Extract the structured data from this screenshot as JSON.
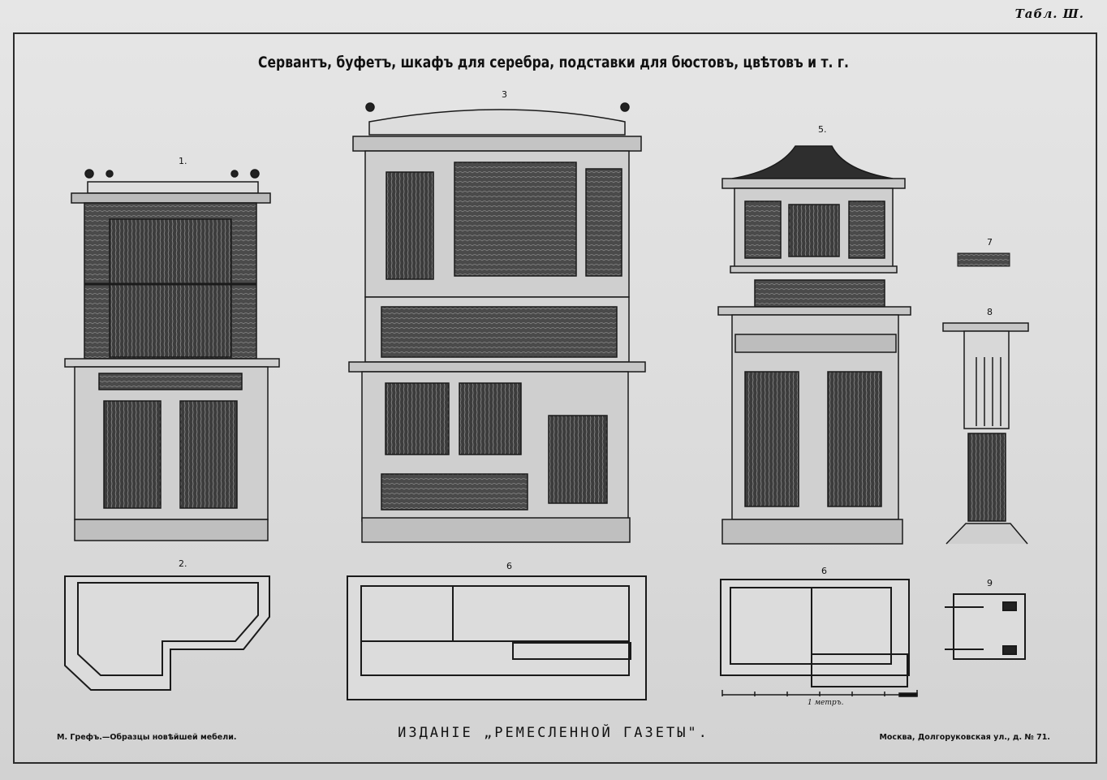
{
  "plate_number": "Табл. Ш.",
  "title": "Сервантъ, буфетъ, шкафъ для серебра, подставки для бюстовъ, цвѣтовъ и т. г.",
  "figures": [
    "1.",
    "2.",
    "3",
    "6",
    "5.",
    "6",
    "7",
    "8",
    "9"
  ],
  "scale_label": "1 метръ.",
  "footer": {
    "left": "М. Грефъ.—Образцы новѣйшей мебели.",
    "center": "ИЗДАНІЕ „РЕМЕСЛЕННОЙ ГАЗЕТЫ\".",
    "right": "Москва, Долгоруковская ул., д. № 71."
  }
}
